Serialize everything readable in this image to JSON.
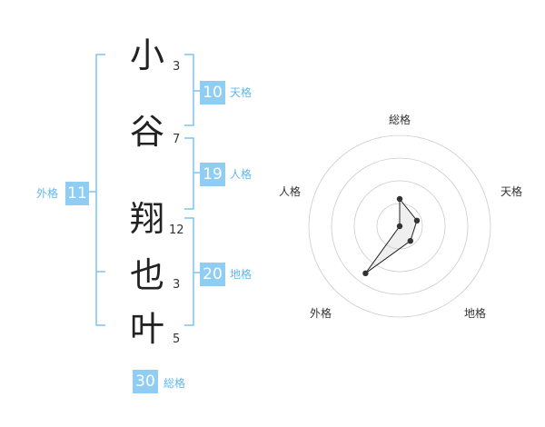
{
  "name": {
    "characters": [
      {
        "char": "小",
        "strokes": "3"
      },
      {
        "char": "谷",
        "strokes": "7"
      },
      {
        "char": "翔",
        "strokes": "12"
      },
      {
        "char": "也",
        "strokes": "3"
      },
      {
        "char": "叶",
        "strokes": "5"
      }
    ]
  },
  "fortunes": {
    "tenkaku": {
      "value": "10",
      "label": "天格"
    },
    "jinkaku": {
      "value": "19",
      "label": "人格"
    },
    "chikaku": {
      "value": "20",
      "label": "地格"
    },
    "gaikaku": {
      "value": "11",
      "label": "外格"
    },
    "soukaku": {
      "value": "30",
      "label": "総格"
    }
  },
  "colors": {
    "accent": "#8fcdf3",
    "accent_text": "#5fb7ee",
    "bracket": "#7cc4f0",
    "grid": "#cccccc"
  },
  "chart_data": {
    "type": "radar",
    "axes": [
      "総格",
      "天格",
      "地格",
      "外格",
      "人格"
    ],
    "values": [
      0.3,
      0.2,
      0.2,
      0.64,
      0.0
    ],
    "range": [
      0,
      1
    ],
    "rings": 4
  }
}
